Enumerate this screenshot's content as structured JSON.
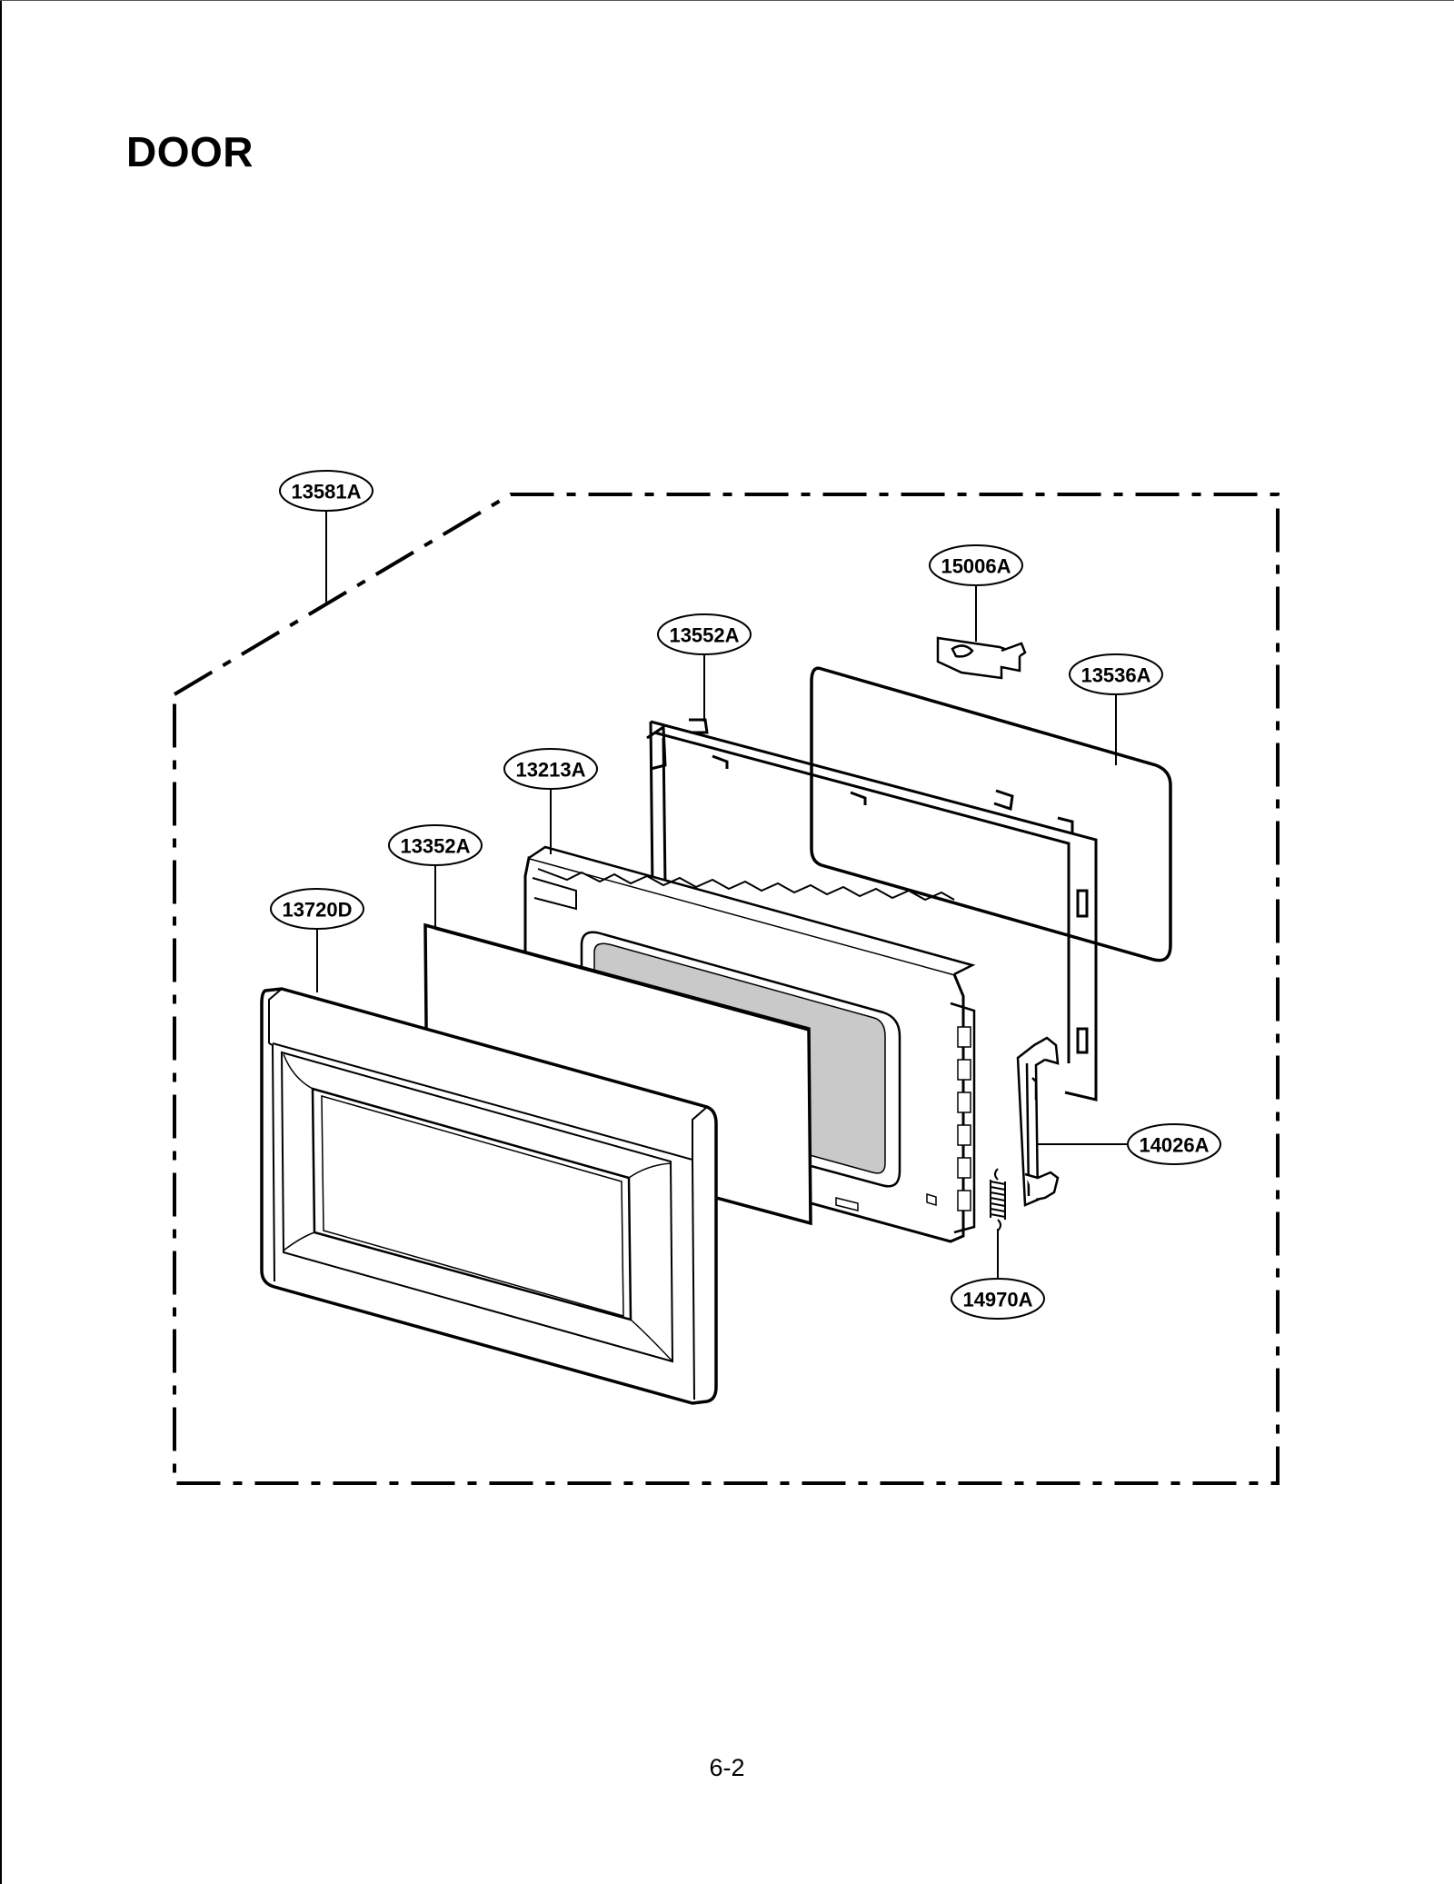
{
  "title": "DOOR",
  "page_number": "6-2",
  "parts": [
    {
      "label": "13581A"
    },
    {
      "label": "15006A"
    },
    {
      "label": "13552A"
    },
    {
      "label": "13536A"
    },
    {
      "label": "13213A"
    },
    {
      "label": "13352A"
    },
    {
      "label": "13720D"
    },
    {
      "label": "14026A"
    },
    {
      "label": "14970A"
    }
  ]
}
